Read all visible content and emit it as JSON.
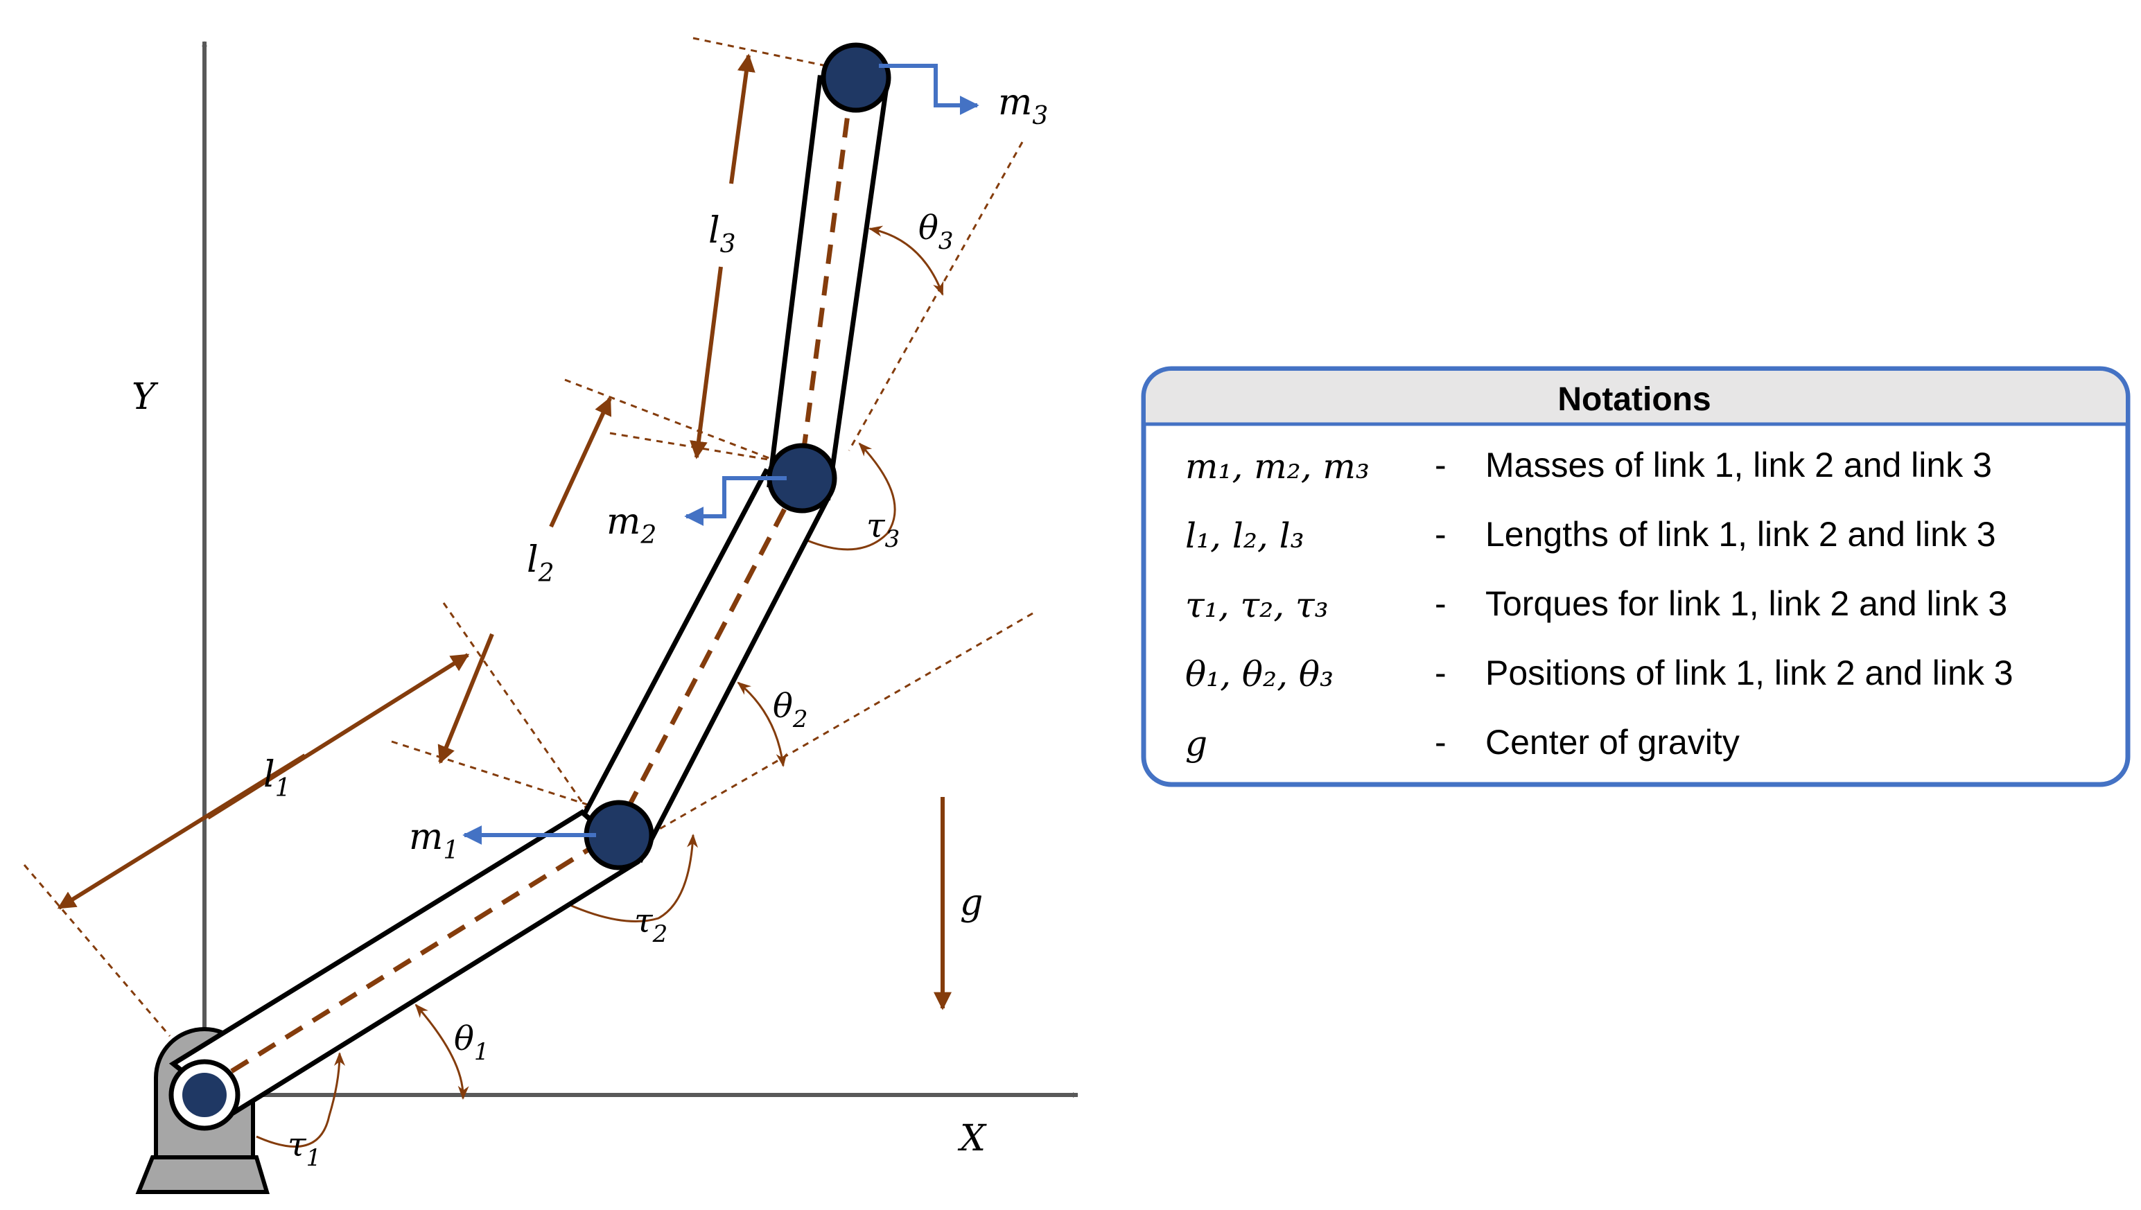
{
  "axes": {
    "x_label": "X",
    "y_label": "Y"
  },
  "labels": {
    "m1": "m",
    "m1_sub": "1",
    "m2": "m",
    "m2_sub": "2",
    "m3": "m",
    "m3_sub": "3",
    "l1": "l",
    "l1_sub": "1",
    "l2": "l",
    "l2_sub": "2",
    "l3": "l",
    "l3_sub": "3",
    "theta1": "θ",
    "theta1_sub": "1",
    "theta2": "θ",
    "theta2_sub": "2",
    "theta3": "θ",
    "theta3_sub": "3",
    "tau1": "τ",
    "tau1_sub": "1",
    "tau2": "τ",
    "tau2_sub": "2",
    "tau3": "τ",
    "tau3_sub": "3",
    "g": "g"
  },
  "notations": {
    "title": "Notations",
    "rows": [
      {
        "symbol": "m₁, m₂, m₃",
        "dash": "-",
        "description": "Masses of link 1, link 2 and link 3"
      },
      {
        "symbol": "l₁, l₂, l₃",
        "dash": "-",
        "description": "Lengths of link 1, link 2 and link 3"
      },
      {
        "symbol": "τ₁, τ₂, τ₃",
        "dash": "-",
        "description": "Torques for link 1, link 2 and link 3"
      },
      {
        "symbol": "θ₁, θ₂, θ₃",
        "dash": "-",
        "description": "Positions of link 1, link 2 and link 3"
      },
      {
        "symbol": "g",
        "dash": "-",
        "description": "Center of gravity"
      }
    ]
  },
  "colors": {
    "axis": "#595959",
    "dimension": "#843c0c",
    "mass_arrow": "#4472c4",
    "joint": "#1f3864",
    "base": "#a6a6a6",
    "table_border": "#4472c4",
    "table_header": "#e7e6e6"
  }
}
